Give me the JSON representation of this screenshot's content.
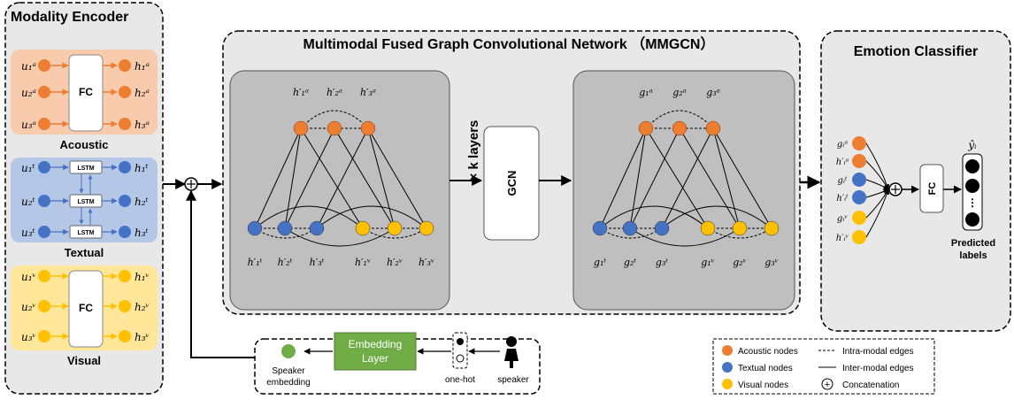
{
  "encoder": {
    "title": "Modality Encoder",
    "acoustic": {
      "label": "Acoustic",
      "block": "FC",
      "inputs": [
        "u₁ᵃ",
        "u₂ᵃ",
        "u₃ᵃ"
      ],
      "outputs": [
        "h₁ᵃ",
        "h₂ᵃ",
        "h₃ᵃ"
      ]
    },
    "textual": {
      "label": "Textual",
      "block": "LSTM",
      "inputs": [
        "u₁ᵗ",
        "u₂ᵗ",
        "u₃ᵗ"
      ],
      "outputs": [
        "h₁ᵗ",
        "h₂ᵗ",
        "h₃ᵗ"
      ]
    },
    "visual": {
      "label": "Visual",
      "block": "FC",
      "inputs": [
        "u₁ᵛ",
        "u₂ᵛ",
        "u₃ᵛ"
      ],
      "outputs": [
        "h₁ᵛ",
        "h₂ᵛ",
        "h₃ᵛ"
      ]
    }
  },
  "mmgcn": {
    "title": "Multimodal Fused Graph Convolutional Network （MMGCN）",
    "layers_label": "× k layers",
    "gcn_label": "GCN",
    "left_graph": {
      "top_labels": [
        "h′₁ᵃ",
        "h′₂ᵃ",
        "h′₃ᵃ"
      ],
      "bottom_labels": [
        "h′₁ᵗ",
        "h′₂ᵗ",
        "h′₃ᵗ",
        "h′₁ᵛ",
        "h′₂ᵛ",
        "h′₃ᵛ"
      ]
    },
    "right_graph": {
      "top_labels": [
        "g₁ᵃ",
        "g₂ᵃ",
        "g₃ᵃ"
      ],
      "bottom_labels": [
        "g₁ᵗ",
        "g₂ᵗ",
        "g₃ᵗ",
        "g₁ᵛ",
        "g₂ᵛ",
        "g₃ᵛ"
      ]
    }
  },
  "classifier": {
    "title": "Emotion Classifier",
    "inputs": [
      "gᵢᵃ",
      "h′ᵢᵃ",
      "gᵢᵗ",
      "h′ᵢᵗ",
      "gᵢᵛ",
      "h′ᵢᵛ"
    ],
    "fc_label": "FC",
    "output_label": "ŷᵢ",
    "ellipsis": "⋮",
    "predicted_line1": "Predicted",
    "predicted_line2": "labels"
  },
  "speaker": {
    "embedding_line1": "Speaker",
    "embedding_line2": "embedding",
    "layer_line1": "Embedding",
    "layer_line2": "Layer",
    "onehot_label": "one-hot",
    "speaker_label": "speaker"
  },
  "legend": {
    "acoustic_nodes": "Acoustic nodes",
    "textual_nodes": "Textual nodes",
    "visual_nodes": "Visual nodes",
    "intra_edges": "Intra-modal edges",
    "inter_edges": "Inter-modal edges",
    "concat": "Concatenation",
    "concat_symbol": "+"
  },
  "colors": {
    "acoustic": "#ED7D31",
    "textual": "#4472C4",
    "visual": "#FFC000",
    "speaker_node": "#70AD47",
    "embedding_layer": "#70AD47",
    "acoustic_band": "#F8CBAD",
    "textual_band": "#B4C7E7",
    "visual_band": "#FFE699",
    "panel_bg": "#E8E8E8",
    "graph_bg": "#BFBFBF"
  }
}
